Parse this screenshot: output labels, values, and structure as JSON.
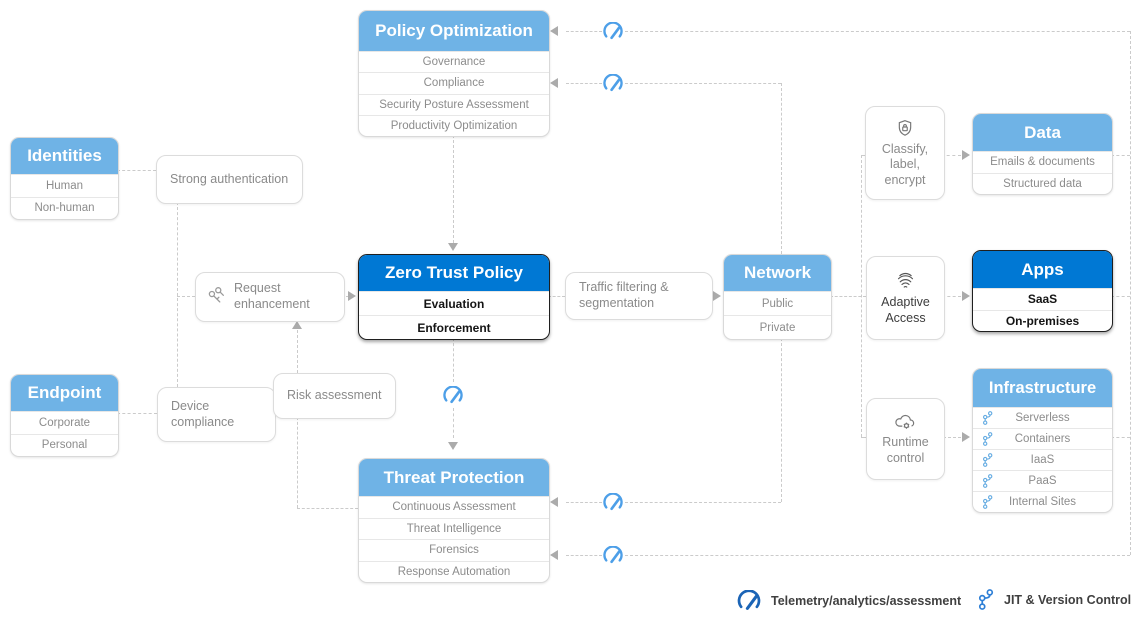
{
  "boxes": {
    "policy_optimization": {
      "title": "Policy Optimization",
      "rows": [
        "Governance",
        "Compliance",
        "Security Posture Assessment",
        "Productivity Optimization"
      ]
    },
    "identities": {
      "title": "Identities",
      "rows": [
        "Human",
        "Non-human"
      ]
    },
    "endpoint": {
      "title": "Endpoint",
      "rows": [
        "Corporate",
        "Personal"
      ]
    },
    "zero_trust_policy": {
      "title": "Zero Trust Policy",
      "rows": [
        "Evaluation",
        "Enforcement"
      ]
    },
    "network": {
      "title": "Network",
      "rows": [
        "Public",
        "Private"
      ]
    },
    "data": {
      "title": "Data",
      "rows": [
        "Emails & documents",
        "Structured data"
      ]
    },
    "apps": {
      "title": "Apps",
      "rows": [
        "SaaS",
        "On-premises"
      ]
    },
    "infrastructure": {
      "title": "Infrastructure",
      "rows": [
        "Serverless",
        "Containers",
        "IaaS",
        "PaaS",
        "Internal Sites"
      ]
    },
    "threat_protection": {
      "title": "Threat Protection",
      "rows": [
        "Continuous Assessment",
        "Threat Intelligence",
        "Forensics",
        "Response Automation"
      ]
    }
  },
  "labels": {
    "strong_authentication": "Strong authentication",
    "request_enhancement": "Request enhancement",
    "device_compliance": "Device compliance",
    "risk_assessment": "Risk assessment",
    "traffic_filtering": "Traffic filtering & segmentation",
    "classify_label_encrypt": "Classify, label, encrypt",
    "adaptive_access": "Adaptive Access",
    "runtime_control": "Runtime control"
  },
  "legend": {
    "telemetry_label": "Telemetry/analytics/assessment",
    "jit_label": "JIT & Version Control"
  },
  "colors": {
    "light_blue_header": "#6FB3E6",
    "dark_blue_header": "#0078D4",
    "telemetry_icon_blue": "#4D9FE8",
    "legend_telemetry_blue": "#1B64B6",
    "jit_icon_blue": "#2E7FD6",
    "connector_gray": "#CBCBCB"
  }
}
